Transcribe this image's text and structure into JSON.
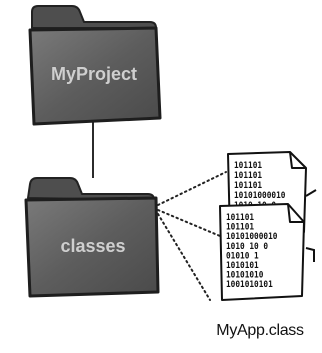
{
  "folders": {
    "top": {
      "label": "MyProject",
      "color": "#5f5f5f"
    },
    "bottom": {
      "label": "classes",
      "color": "#5f5f5f"
    }
  },
  "file": {
    "caption": "MyApp.class",
    "back_lines": [
      "101101",
      "101101",
      "101101",
      "10101000010",
      "1010 10 0"
    ],
    "front_lines": [
      "101101",
      "101101",
      "10101000010",
      "1010 10 0",
      "01010 1",
      "1010101",
      "10101010",
      "1001010101"
    ]
  }
}
